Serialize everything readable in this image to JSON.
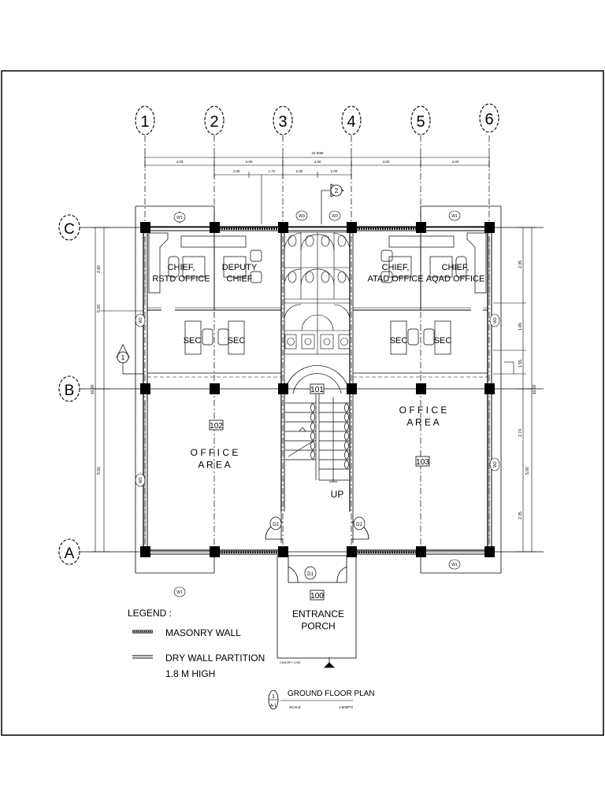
{
  "grid": {
    "columns": [
      "1",
      "2",
      "3",
      "4",
      "5",
      "6"
    ],
    "rows": [
      "C",
      "B",
      "A"
    ]
  },
  "rooms": {
    "chief_rstd": "CHIEF,\nRSTD OFFICE",
    "deputy_chief": "DEPUTY\nCHIEF",
    "chief_atad": "CHIEF,\nATAD OFFICE",
    "chief_aqad": "CHIEF,\nAQAD OFFICE",
    "sec": "SEC",
    "office_area_left": "O F F I C E\nA R E A",
    "office_area_right": "O F F I C E\nA R E A",
    "entrance_porch": "ENTRANCE\nPORCH",
    "up": "UP"
  },
  "room_tags": {
    "stair": "101",
    "office_left": "102",
    "office_right": "103",
    "porch": "100"
  },
  "door_tags": {
    "d1": "D1",
    "d2": "D2"
  },
  "window_tags": {
    "w1": "W1",
    "w2": "W2",
    "w3": "W3"
  },
  "section_markers": {
    "vertical": "1",
    "horizontal": "2"
  },
  "dimensions": {
    "overall": "22.00M",
    "bay": [
      "4.00",
      "4.00",
      "4.00",
      "4.00",
      "4.00"
    ],
    "interior": [
      "2.00",
      "1.72",
      "2.00",
      "2.00"
    ],
    "left_side": [
      "2.80",
      "5.00",
      "5.00",
      "10.00"
    ],
    "right_side": [
      "2.35",
      "1.65",
      "1.55",
      "2.74",
      "5.00",
      "2.35",
      "10.00"
    ]
  },
  "legend": {
    "title": "LEGEND :",
    "masonry_wall": "MASONRY WALL",
    "dry_wall_line1": "DRY WALL PARTITION",
    "dry_wall_line2": "1.8 M HIGH"
  },
  "title_block": {
    "title": "GROUND FLOOR PLAN",
    "sheet_top": "1",
    "sheet_bottom": "A-1",
    "scale_label": "SCALE",
    "scale_value": "1:50MTS"
  },
  "canopy_line": "CANOPY LINE"
}
